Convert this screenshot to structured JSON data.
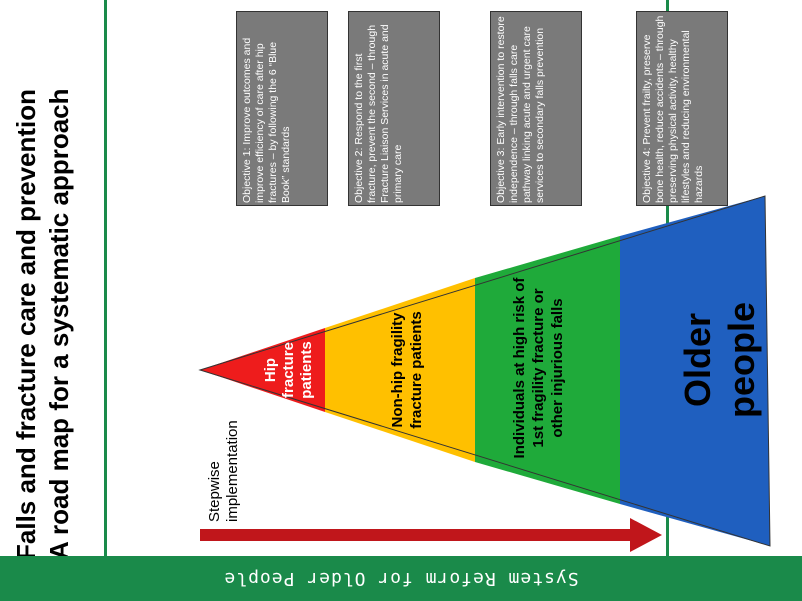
{
  "title": {
    "line1": "Falls and fracture care and prevention",
    "line2": "A road map for a systematic approach"
  },
  "footer": "System Reform for Older People",
  "stepwise": "Stepwise implementation",
  "pyramid": {
    "segments": [
      {
        "label": "Hip fracture patients",
        "color": "#ee1c1c",
        "text_color": "#ffffff"
      },
      {
        "label": "Non-hip fragility fracture patients",
        "color": "#ffc000",
        "text_color": "#000000"
      },
      {
        "label_lines": [
          "Individuals at high risk of",
          "1st fragility fracture or",
          "other injurious falls"
        ],
        "color": "#1faa3a",
        "text_color": "#000000"
      },
      {
        "label": "Older people",
        "color": "#1f5fbf",
        "text_color": "#000000"
      }
    ]
  },
  "objectives": [
    {
      "text": "Objective 1: Improve outcomes and improve efficiency of care after hip fractures – by following the 6 “Blue Book” standards"
    },
    {
      "text": "Objective 2: Respond to the first fracture, prevent the second – through Fracture Liaison Services in acute and primary care"
    },
    {
      "text": "Objective 3: Early intervention to restore independence – through falls care pathway linking acute and urgent care services to secondary falls prevention"
    },
    {
      "text": "Objective 4: Prevent frailty, preserve bone health, reduce accidents – through preserving physical activity, healthy lifestyles and reducing environmental hazards"
    }
  ],
  "colors": {
    "green": "#1a8a4a",
    "arrow": "#c0161b",
    "box": "#7a7a7a"
  }
}
